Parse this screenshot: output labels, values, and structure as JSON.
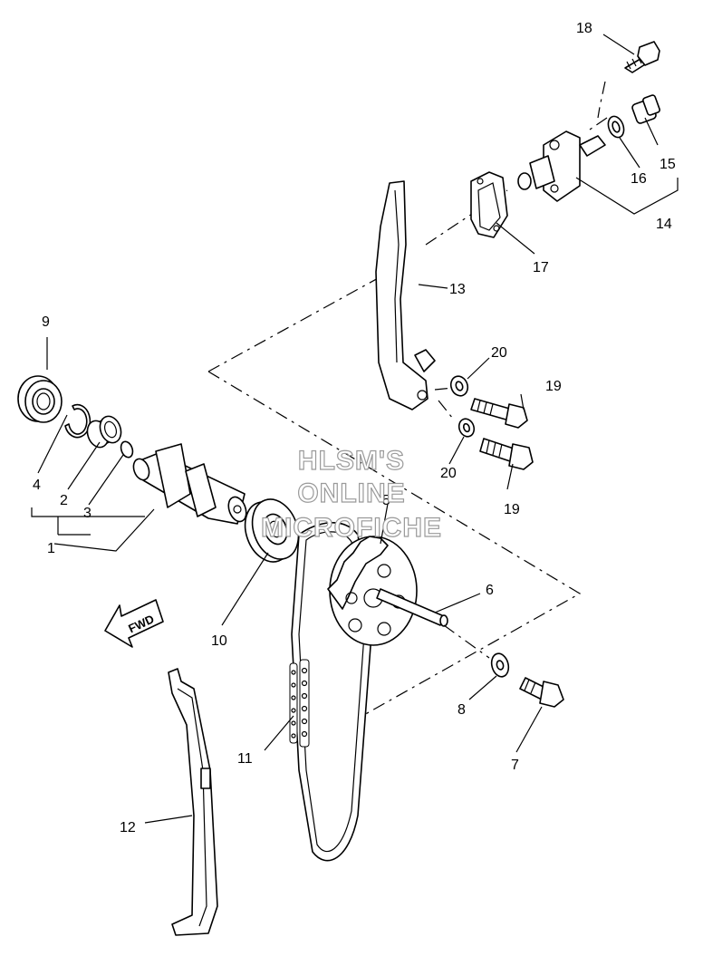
{
  "callouts": {
    "c1": "1",
    "c2": "2",
    "c3": "3",
    "c4": "4",
    "c5": "5",
    "c6": "6",
    "c7": "7",
    "c8": "8",
    "c9": "9",
    "c10": "10",
    "c11": "11",
    "c12": "12",
    "c13": "13",
    "c14": "14",
    "c15": "15",
    "c16": "16",
    "c17": "17",
    "c18": "18",
    "c19a": "19",
    "c19b": "19",
    "c20a": "20",
    "c20b": "20"
  },
  "fwd_label": "FWD",
  "watermark": {
    "line1": "HLSM'S",
    "line2": "ONLINE",
    "line3": "MICROFICHE"
  }
}
